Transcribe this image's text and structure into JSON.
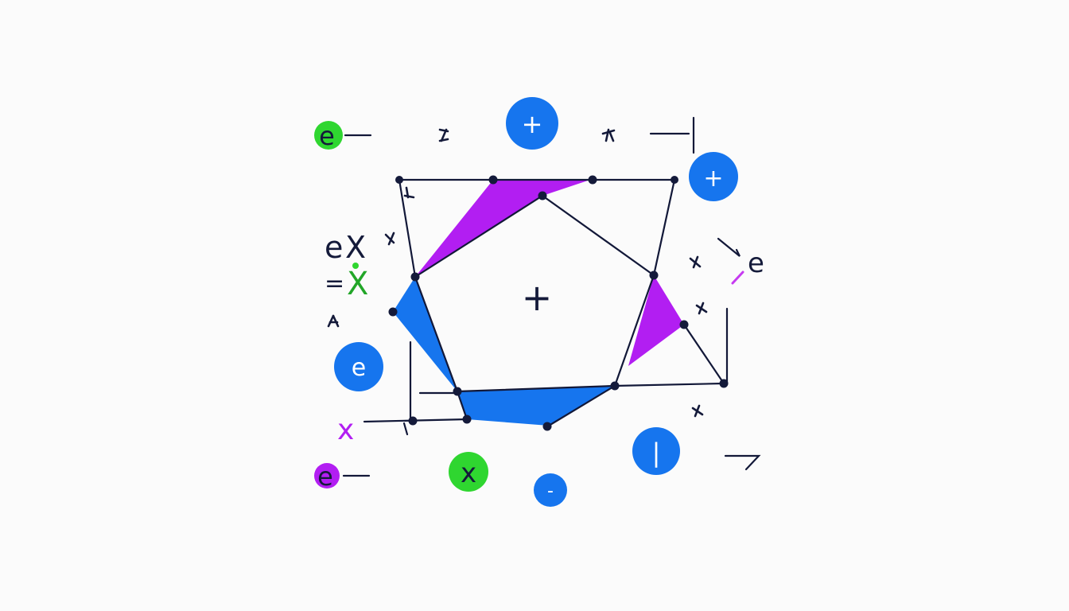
{
  "colors": {
    "background": "#fbfbfb",
    "line": "#121838",
    "vertex": "#141a3a",
    "blue": "#1675ee",
    "magenta": "#b21ef2",
    "green": "#2fd630",
    "text": "#141a3a",
    "badge_text": "#ffffff"
  },
  "center_symbol": "+",
  "badges": {
    "plus_top": "+",
    "plus_right": "+",
    "e_left": "e",
    "bar_bottom": "|",
    "minus_bottom": "-",
    "e_green": "e",
    "e_magenta": "e",
    "x_green": "x"
  },
  "labels": {
    "ex_e": "e",
    "ex_x": "X",
    "eq": "=",
    "eq_x": "X",
    "x_magenta": "x",
    "right_e": "e"
  }
}
